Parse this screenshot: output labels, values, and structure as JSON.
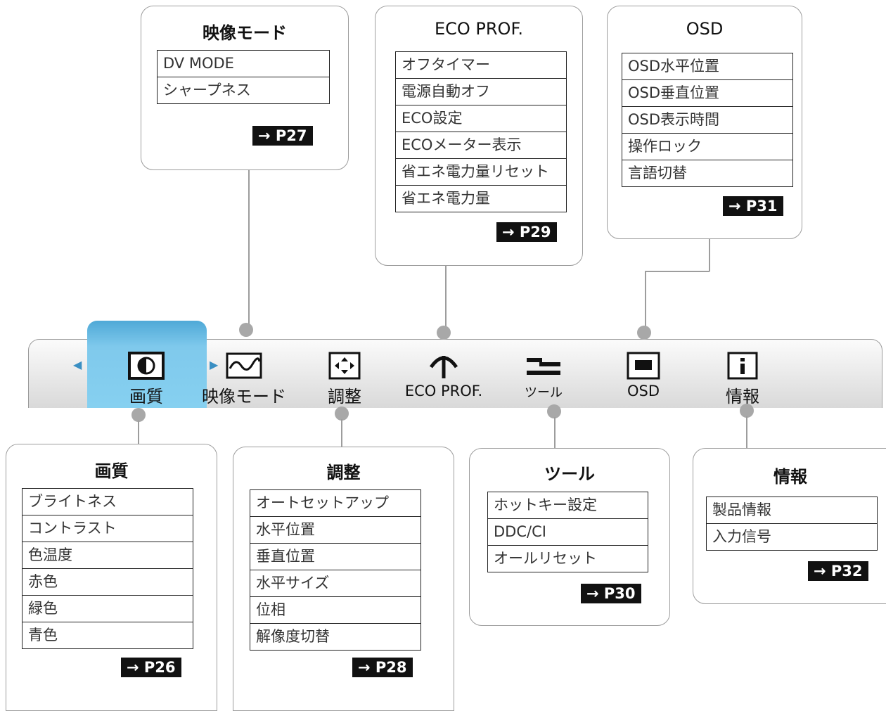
{
  "menu_bar": {
    "tabs": [
      {
        "label": "画質",
        "icon": "contrast-circle-icon",
        "active": true
      },
      {
        "label": "映像モード",
        "icon": "wave-icon",
        "active": false
      },
      {
        "label": "調整",
        "icon": "move-arrows-icon",
        "active": false
      },
      {
        "label": "ECO PROF.",
        "icon": "eco-arrow-icon",
        "active": false
      },
      {
        "label": "ツール",
        "icon": "tool-sliders-icon",
        "active": false
      },
      {
        "label": "OSD",
        "icon": "osd-window-icon",
        "active": false
      },
      {
        "label": "情報",
        "icon": "info-icon",
        "active": false
      }
    ],
    "left_arrow": "◀",
    "right_arrow": "▶"
  },
  "cards": {
    "eizo_mode": {
      "title": "映像モード",
      "items": [
        "DV MODE",
        "シャープネス"
      ],
      "page": "→ P27"
    },
    "eco": {
      "title": "ECO PROF.",
      "items": [
        "オフタイマー",
        "電源自動オフ",
        "ECO設定",
        "ECOメーター表示",
        "省エネ電力量リセット",
        "省エネ電力量"
      ],
      "page": "→ P29"
    },
    "osd": {
      "title": "OSD",
      "items": [
        "OSD水平位置",
        "OSD垂直位置",
        "OSD表示時間",
        "操作ロック",
        "言語切替"
      ],
      "page": "→ P31"
    },
    "picture": {
      "title": "画質",
      "items": [
        "ブライトネス",
        "コントラスト",
        "色温度",
        "赤色",
        "緑色",
        "青色"
      ],
      "page": "→ P26"
    },
    "adjust": {
      "title": "調整",
      "items": [
        "オートセットアップ",
        "水平位置",
        "垂直位置",
        "水平サイズ",
        "位相",
        "解像度切替"
      ],
      "page": "→ P28"
    },
    "tools": {
      "title": "ツール",
      "items": [
        "ホットキー設定",
        "DDC/CI",
        "オールリセット"
      ],
      "page": "→ P30"
    },
    "info": {
      "title": "情報",
      "items": [
        "製品情報",
        "入力信号"
      ],
      "page": "→ P32"
    }
  },
  "colors": {
    "active_tab": "#7fc9ec",
    "badge": "#111111",
    "border": "#9d9d9d"
  }
}
